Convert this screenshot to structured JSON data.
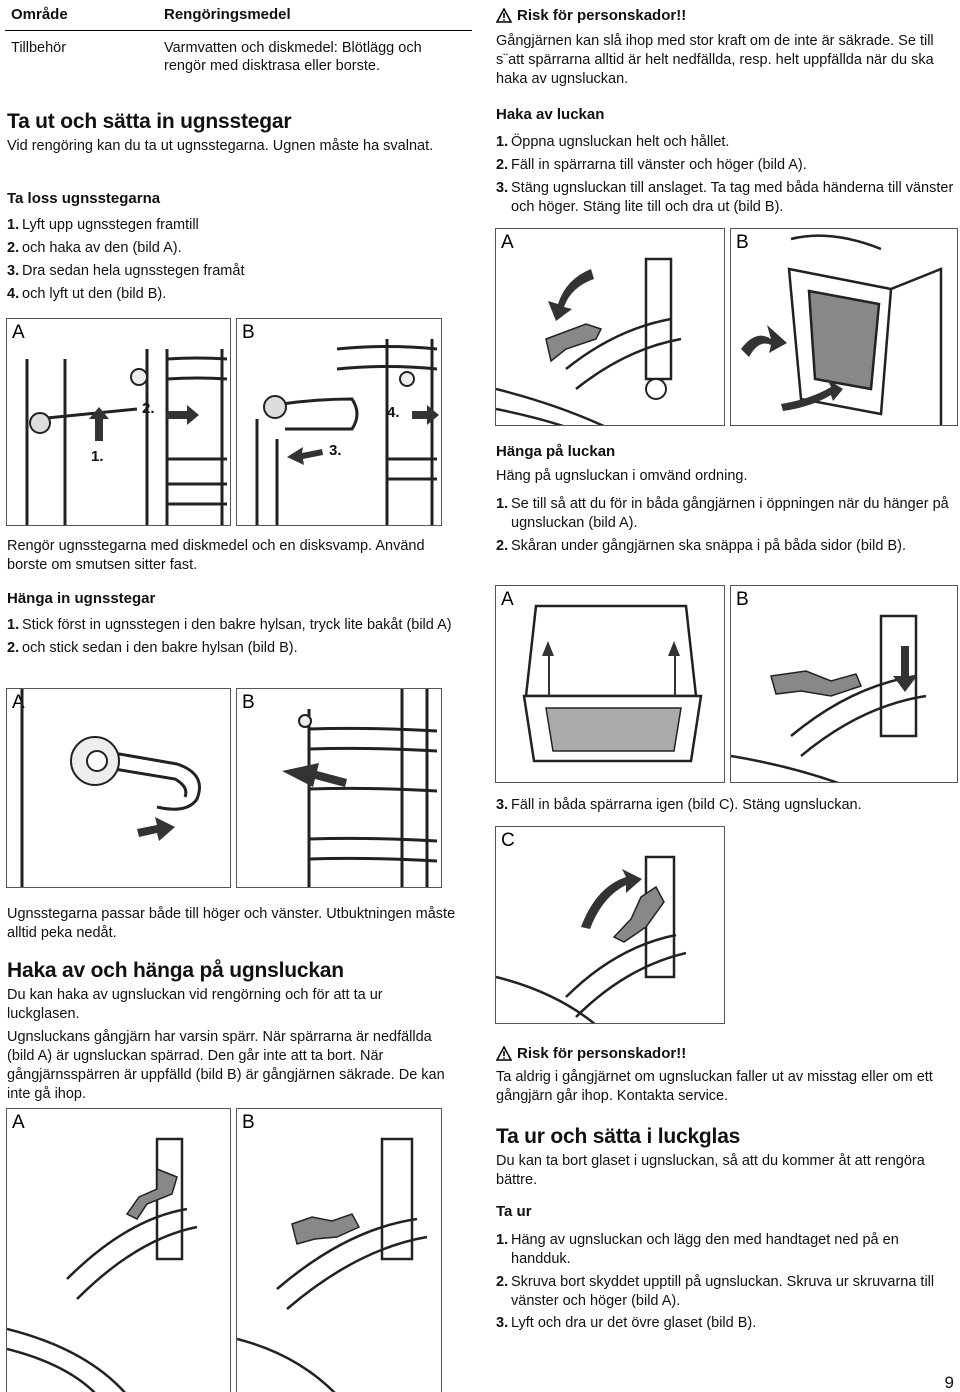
{
  "clean_table": {
    "headers": [
      "Område",
      "Rengöringsmedel"
    ],
    "rows": [
      {
        "area": "Tillbehör",
        "agent": "Varmvatten och diskmedel: Blötlägg och rengör med disktrasa eller borste."
      }
    ]
  },
  "racks": {
    "heading": "Ta ut och sätta in ugnsstegar",
    "intro": "Vid rengöring kan du ta ut ugnsstegarna. Ugnen måste ha svalnat.",
    "remove_heading": "Ta loss ugnsstegarna",
    "remove_steps": [
      {
        "n": "1.",
        "text": "Lyft upp ugnsstegen framtill"
      },
      {
        "n": "2.",
        "text": "och haka av den (bild A)."
      },
      {
        "n": "3.",
        "text": "Dra sedan hela ugnsstegen framåt"
      },
      {
        "n": "4.",
        "text": "och lyft ut den (bild B)."
      }
    ],
    "fig1": {
      "a": "A",
      "b": "B",
      "s1": "1.",
      "s2": "2.",
      "s3": "3.",
      "s4": "4."
    },
    "clean_text": "Rengör ugnsstegarna med diskmedel och en disksvamp. Använd borste om smutsen sitter fast.",
    "hang_heading": "Hänga in ugnsstegar",
    "hang_steps": [
      {
        "n": "1.",
        "text": "Stick först in ugnsstegen i den bakre hylsan, tryck lite bakåt (bild A)"
      },
      {
        "n": "2.",
        "text": "och stick sedan i den bakre hylsan (bild B)."
      }
    ],
    "fig2": {
      "a": "A",
      "b": "B"
    },
    "note": "Ugnsstegarna passar både till höger och vänster. Utbuktningen måste alltid peka nedåt."
  },
  "door": {
    "heading": "Haka av och hänga på ugnsluckan",
    "p1": "Du kan haka av ugnsluckan vid rengörning och för att ta ur luckglasen.",
    "p2": "Ugnsluckans gångjärn har varsin spärr. När spärrarna är nedfällda (bild A) är ugnsluckan spärrad. Den går inte att ta bort. När gångjärnsspärren är uppfälld (bild B) är gångjärnen säkrade. De kan inte gå ihop.",
    "fig3": {
      "a": "A",
      "b": "B"
    }
  },
  "right": {
    "warn1_title": "Risk för personskador!!",
    "warn1_text": "Gångjärnen kan slå ihop med stor kraft om de inte är säkrade. Se till s¨att spärrarna alltid är helt nedfällda, resp. helt uppfällda när du ska haka av ugnsluckan.",
    "unhook_heading": "Haka av luckan",
    "unhook_steps": [
      {
        "n": "1.",
        "text": "Öppna ugnsluckan helt och hållet."
      },
      {
        "n": "2.",
        "text": "Fäll in spärrarna till vänster och höger (bild A)."
      },
      {
        "n": "3.",
        "text": "Stäng ugnsluckan till anslaget. Ta tag med båda händerna till vänster och höger. Stäng lite till och dra ut (bild B)."
      }
    ],
    "fig4": {
      "a": "A",
      "b": "B"
    },
    "rehang_heading": "Hänga på luckan",
    "rehang_intro": "Häng på ugnsluckan i omvänd ordning.",
    "rehang_steps": [
      {
        "n": "1.",
        "text": "Se till så att du för in båda gångjärnen i öppningen när du hänger på ugnsluckan (bild A)."
      },
      {
        "n": "2.",
        "text": "Skåran under gångjärnen ska snäppa i på båda sidor (bild B)."
      }
    ],
    "fig5": {
      "a": "A",
      "b": "B"
    },
    "step3": {
      "n": "3.",
      "text": "Fäll in båda spärrarna igen (bild C). Stäng ugnsluckan."
    },
    "fig6": {
      "c": "C"
    },
    "warn2_title": "Risk för personskador!!",
    "warn2_text": "Ta aldrig i gångjärnet om ugnsluckan faller ut av misstag eller om ett gångjärn går ihop. Kontakta service.",
    "glass_heading": "Ta ur och sätta i luckglas",
    "glass_intro": "Du kan ta bort glaset i ugnsluckan, så att du kommer åt att rengöra bättre.",
    "remove_heading": "Ta ur",
    "remove_steps": [
      {
        "n": "1.",
        "text": "Häng av ugnsluckan och lägg den med handtaget ned på en handduk."
      },
      {
        "n": "2.",
        "text": "Skruva bort skyddet upptill på ugnsluckan. Skruva ur skruvarna till vänster och höger (bild A)."
      },
      {
        "n": "3.",
        "text": "Lyft och dra ur det övre glaset (bild B)."
      }
    ]
  },
  "page_number": "9"
}
